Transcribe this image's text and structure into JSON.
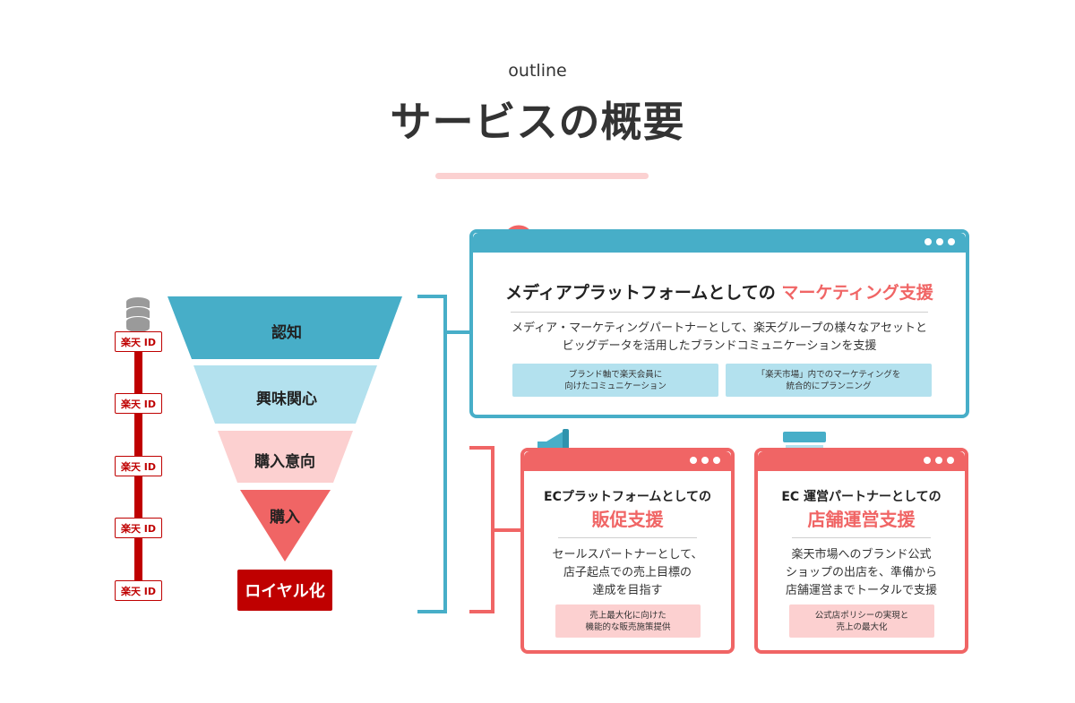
{
  "header": {
    "eyebrow": "outline",
    "title": "サービスの概要"
  },
  "funnel": {
    "stages": [
      "認知",
      "興味関心",
      "購入意向",
      "購入"
    ],
    "loyalty_label": "ロイヤル化",
    "colors": {
      "stage1": "#47aec8",
      "stage2": "#b3e1ee",
      "stage3": "#fcd0d0",
      "stage4": "#f06565",
      "loyal": "#bf0000"
    }
  },
  "id_column": {
    "badges": [
      "楽天 ID",
      "楽天 ID",
      "楽天 ID",
      "楽天 ID",
      "楽天 ID"
    ],
    "icon": "database-icon"
  },
  "cards": {
    "media": {
      "icon": "magnifier-icon",
      "heading_plain": "メディアプラットフォームとしての",
      "heading_accent": "マーケティング支援",
      "desc_lines": [
        "メディア・マーケティングパートナーとして、楽天グループの様々なアセットと",
        "ビッグデータを活用したブランドコミュニケーションを支援"
      ],
      "chips": [
        [
          "ブランド軸で楽天会員に",
          "向けたコミュニケーション"
        ],
        [
          "「楽天市場」内でのマーケティングを",
          "統合的にプランニング"
        ]
      ]
    },
    "ec_sales": {
      "icon": "megaphone-icon",
      "heading_plain": "ECプラットフォームとしての",
      "heading_accent": "販促支援",
      "desc_lines": [
        "セールスパートナーとして、",
        "店子起点での売上目標の",
        "達成を目指す"
      ],
      "chip": [
        "売上最大化に向けた",
        "機能的な販売施策提供"
      ]
    },
    "ec_store": {
      "icon": "storefront-icon",
      "heading_plain": "EC 運営パートナーとしての",
      "heading_accent": "店舗運営支援",
      "desc_lines": [
        "楽天市場へのブランド公式",
        "ショップの出店を、準備から",
        "店舗運営までトータルで支援"
      ],
      "chip": [
        "公式店ポリシーの実現と",
        "売上の最大化"
      ]
    }
  },
  "colors": {
    "teal": "#47aec8",
    "coral": "#f06565",
    "underline": "#fbd1d1",
    "red": "#bf0000"
  }
}
